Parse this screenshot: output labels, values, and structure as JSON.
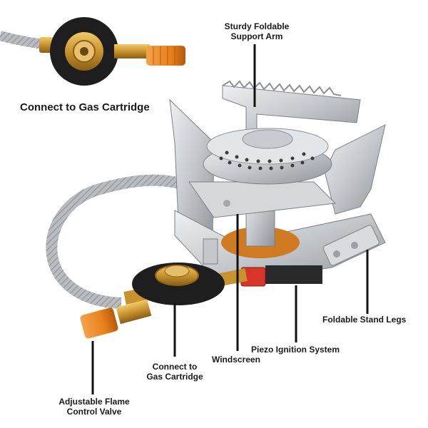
{
  "labels": {
    "support_arm": "Sturdy Foldable\nSupport Arm",
    "connect_top": "Connect to Gas Cartridge",
    "stand_legs": "Foldable Stand Legs",
    "piezo": "Piezo Ignition System",
    "windscreen": "Windscreen",
    "connect_bottom": "Connect to\nGas Cartridge",
    "flame_valve": "Adjustable Flame\nControl Valve"
  },
  "colors": {
    "metal": "#c9ccd0",
    "metal_dark": "#8d9196",
    "brass": "#c8932e",
    "knob": "#e8821e",
    "rubber": "#1e1e1e",
    "ignition": "#d8342a",
    "leader": "#111111"
  }
}
